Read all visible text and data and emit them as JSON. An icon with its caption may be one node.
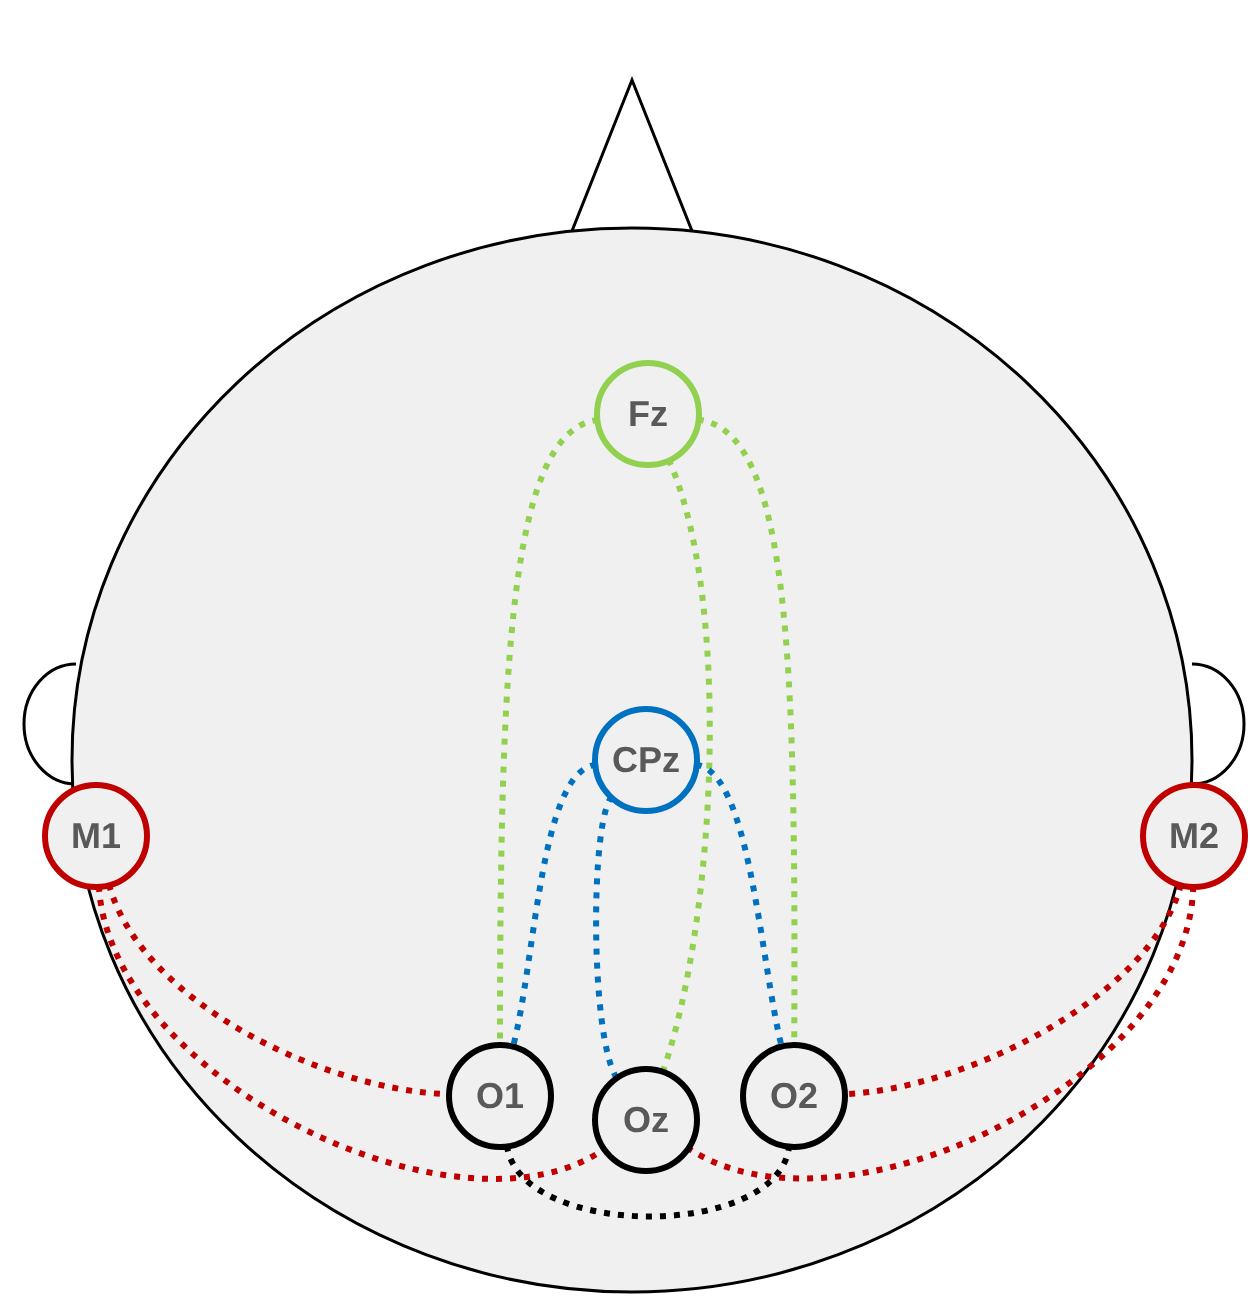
{
  "diagram": {
    "nodes": [
      {
        "text": [
          "Fz"
        ]
      },
      {
        "text": [
          "CPz"
        ]
      },
      {
        "text": [
          "M1"
        ]
      },
      {
        "text": [
          "M2"
        ]
      },
      {
        "text": [
          "O1"
        ]
      },
      {
        "text": [
          "Oz"
        ]
      },
      {
        "text": [
          "O2"
        ]
      }
    ],
    "edges": [
      {
        "from": 0,
        "to": 4,
        "arrow": "none",
        "style": "dashed",
        "color": "#92d050"
      },
      {
        "from": 0,
        "to": 5,
        "arrow": "none",
        "style": "dashed",
        "color": "#92d050"
      },
      {
        "from": 0,
        "to": 6,
        "arrow": "none",
        "style": "dashed",
        "color": "#92d050"
      },
      {
        "from": 1,
        "to": 4,
        "arrow": "none",
        "style": "dashed",
        "color": "#0070c0"
      },
      {
        "from": 1,
        "to": 5,
        "arrow": "none",
        "style": "dashed",
        "color": "#0070c0"
      },
      {
        "from": 1,
        "to": 6,
        "arrow": "none",
        "style": "dashed",
        "color": "#0070c0"
      },
      {
        "from": 2,
        "to": 4,
        "arrow": "none",
        "style": "dashed",
        "color": "#c00000"
      },
      {
        "from": 2,
        "to": 5,
        "arrow": "none",
        "style": "dashed",
        "color": "#c00000"
      },
      {
        "from": 3,
        "to": 6,
        "arrow": "none",
        "style": "dashed",
        "color": "#c00000"
      },
      {
        "from": 3,
        "to": 5,
        "arrow": "none",
        "style": "dashed",
        "color": "#c00000"
      },
      {
        "from": 4,
        "to": 6,
        "arrow": "none",
        "style": "dashed",
        "color": "#000000"
      }
    ]
  }
}
